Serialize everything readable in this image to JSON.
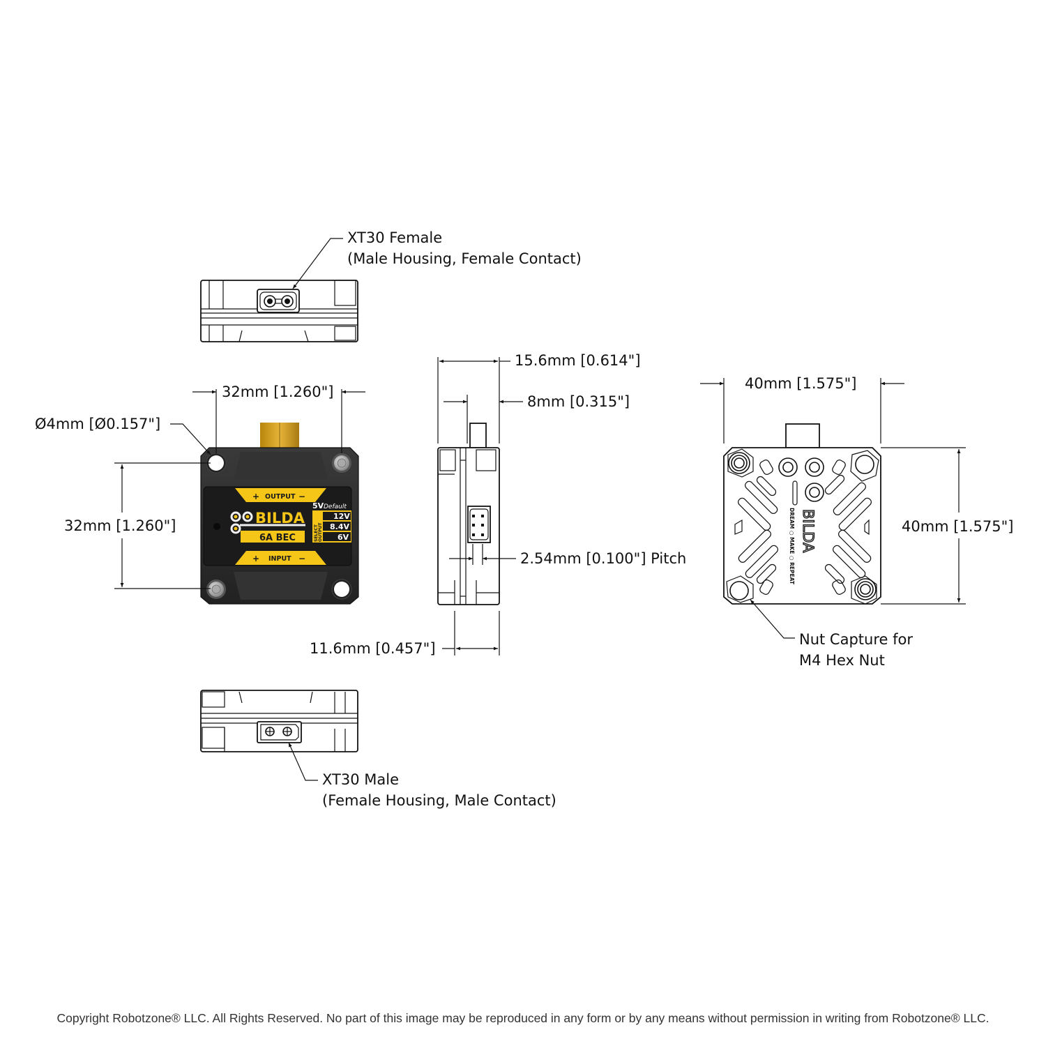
{
  "title": "goBILDA 6A BEC dimensional drawing",
  "callouts": {
    "xt30_female_line1": "XT30 Female",
    "xt30_female_line2": "(Male Housing, Female Contact)",
    "xt30_male_line1": "XT30 Male",
    "xt30_male_line2": "(Female Housing, Male Contact)",
    "nut_capture_line1": "Nut Capture for",
    "nut_capture_line2": "M4 Hex Nut",
    "hole_diameter": "Ø4mm [Ø0.157\"]",
    "pitch": "2.54mm [0.100\"] Pitch"
  },
  "dimensions": {
    "front_hole_spacing_h": "32mm [1.260\"]",
    "front_hole_spacing_v": "32mm [1.260\"]",
    "side_total_depth": "15.6mm [0.614\"]",
    "side_connector_offset": "8mm [0.315\"]",
    "side_body_depth": "11.6mm [0.457\"]",
    "back_width": "40mm [1.575\"]",
    "back_height": "40mm [1.575\"]"
  },
  "product_label": {
    "brand_go": "go",
    "brand": "BILDA",
    "model": "6A BEC",
    "output_label": "OUTPUT",
    "input_label": "INPUT",
    "plus": "+",
    "minus": "−",
    "default_voltage": "5V",
    "default_word": "Default",
    "select_line1": "SELECT",
    "select_line2": "OUTPUT",
    "voltage_options": [
      "12V",
      "8.4V",
      "6V"
    ]
  },
  "back_label": {
    "brand": "BILDA",
    "tagline": "DREAM ○ MAKE ○ REPEAT"
  },
  "colors": {
    "accent_yellow": "#f5c518",
    "body_dark": "#2b2b2b",
    "connector_gold": "#c99a1e"
  },
  "footer": {
    "copyright": "Copyright Robotzone® LLC.  All Rights Reserved. No part of this image may be reproduced in any form or by any means without permission in writing from Robotzone® LLC."
  }
}
